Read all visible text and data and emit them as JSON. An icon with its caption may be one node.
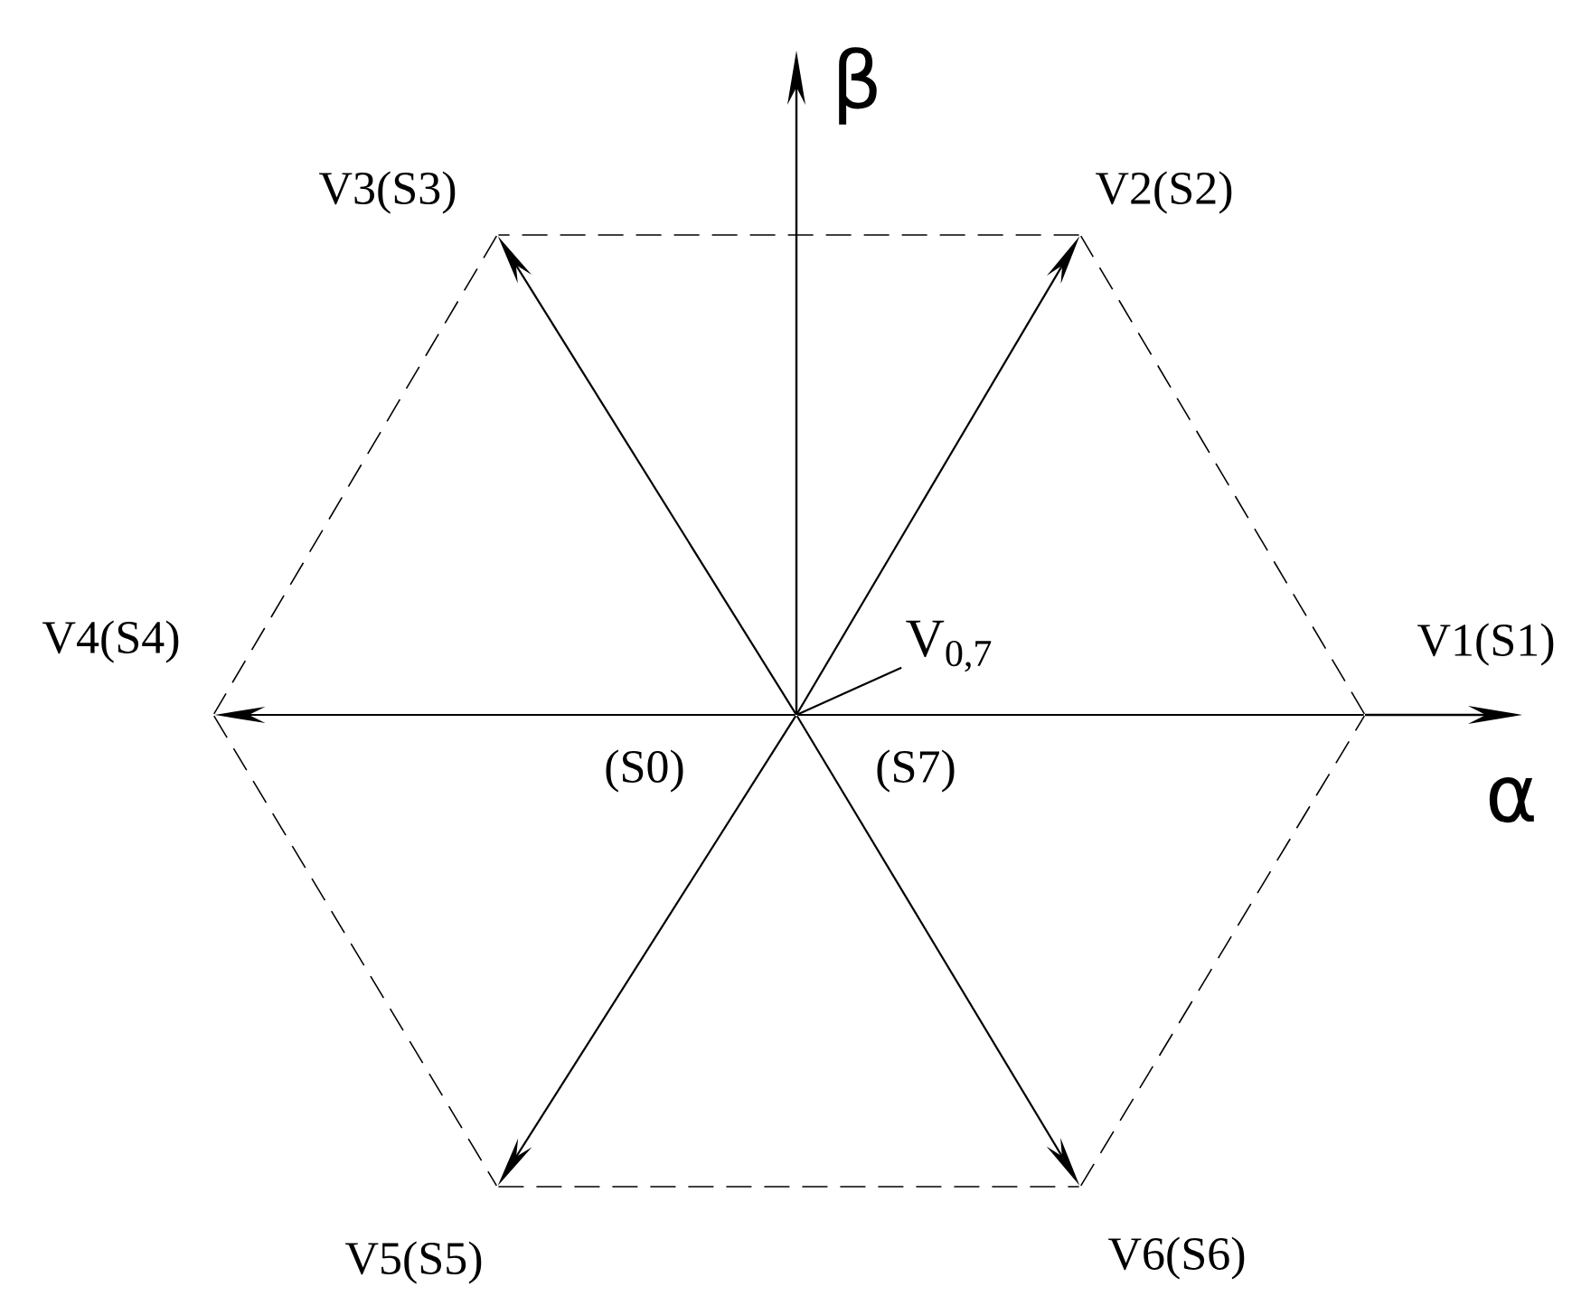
{
  "diagram": {
    "nodes": [
      {
        "text": [],
        "shape": "point",
        "beside": [
          "(S0)",
          "(S7)"
        ]
      },
      {
        "text": [],
        "shape": "point",
        "beside": [
          "V1(S1)"
        ]
      },
      {
        "text": [],
        "shape": "point",
        "beside": [
          "V2(S2)"
        ]
      },
      {
        "text": [],
        "shape": "point",
        "beside": [
          "V3(S3)"
        ]
      },
      {
        "text": [],
        "shape": "point",
        "beside": [
          "V4(S4)"
        ]
      },
      {
        "text": [],
        "shape": "point",
        "beside": [
          "V5(S5)"
        ]
      },
      {
        "text": [],
        "shape": "point",
        "beside": [
          "V6(S6)"
        ]
      },
      {
        "text": [
          "V$_{0,7}$"
        ]
      }
    ],
    "edges": [
      {
        "from": 0,
        "to": 1,
        "arrow": "none"
      },
      {
        "from": 0,
        "to": 2,
        "arrow": "to"
      },
      {
        "from": 0,
        "to": 3,
        "arrow": "to"
      },
      {
        "from": 0,
        "to": 4,
        "arrow": "to"
      },
      {
        "from": 0,
        "to": 5,
        "arrow": "to"
      },
      {
        "from": 0,
        "to": 6,
        "arrow": "to"
      },
      {
        "from": 1,
        "to": 2,
        "arrow": "none",
        "style": "dashed"
      },
      {
        "from": 2,
        "to": 3,
        "arrow": "none",
        "style": "dashed"
      },
      {
        "from": 3,
        "to": 4,
        "arrow": "none",
        "style": "dashed"
      },
      {
        "from": 4,
        "to": 5,
        "arrow": "none",
        "style": "dashed"
      },
      {
        "from": 5,
        "to": 6,
        "arrow": "none",
        "style": "dashed"
      },
      {
        "from": 6,
        "to": 1,
        "arrow": "none",
        "style": "dashed"
      },
      {
        "from": 7,
        "to": 0,
        "arrow": "none"
      }
    ],
    "labels": [
      "β",
      "α"
    ]
  }
}
